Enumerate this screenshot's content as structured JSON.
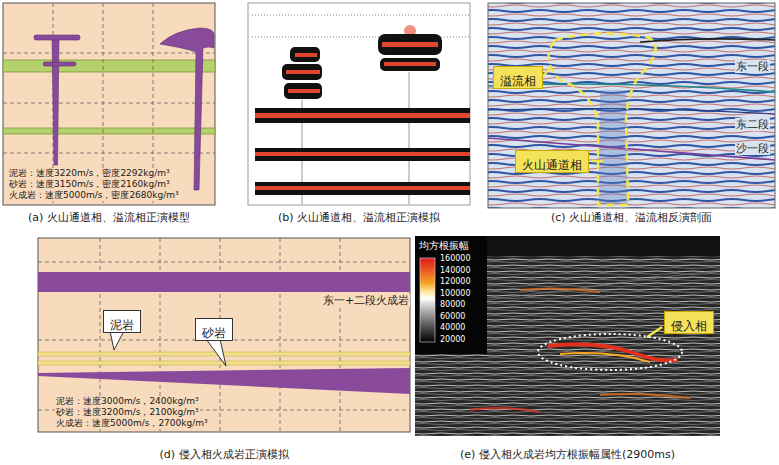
{
  "diagram": {
    "nodes": [
      {
        "text": [
          "(a) 火山通道相、溢流相正演模型"
        ]
      },
      {
        "text": [
          "(b) 火山通道相、溢流相正演模拟"
        ]
      },
      {
        "text": [
          "(c) 火山通道相、溢流相反演剖面"
        ]
      },
      {
        "text": [
          "溢流相"
        ],
        "in": 2
      },
      {
        "text": [
          "火山通道相"
        ],
        "in": 2
      },
      {
        "text": [
          "(d) 侵入相火成岩正演模拟"
        ]
      },
      {
        "text": [
          "泥岩"
        ],
        "in": 5
      },
      {
        "text": [
          "砂岩"
        ],
        "in": 5
      },
      {
        "text": [
          "(e) 侵入相火成岩均方根振幅属性(2900ms)"
        ]
      },
      {
        "text": [
          "侵入相"
        ],
        "in": 8
      }
    ],
    "labels": [
      "泥岩：速度3220m/s，密度2292kg/m³",
      "砂岩：速度3150m/s，密度2160kg/m³",
      "火成岩：速度5000m/s，密度2680kg/m³",
      "东一段",
      "东二段",
      "沙一段",
      "东一+二段火成岩",
      "泥岩：速度3000m/s，2400kg/m³",
      "砂岩：速度3200m/s，2100kg/m³",
      "火成岩：速度5000m/s，2700kg/m³",
      "均方根振幅",
      "160000",
      "140000",
      "120000",
      "100000",
      "80000",
      "60000",
      "40000",
      "20000"
    ]
  }
}
